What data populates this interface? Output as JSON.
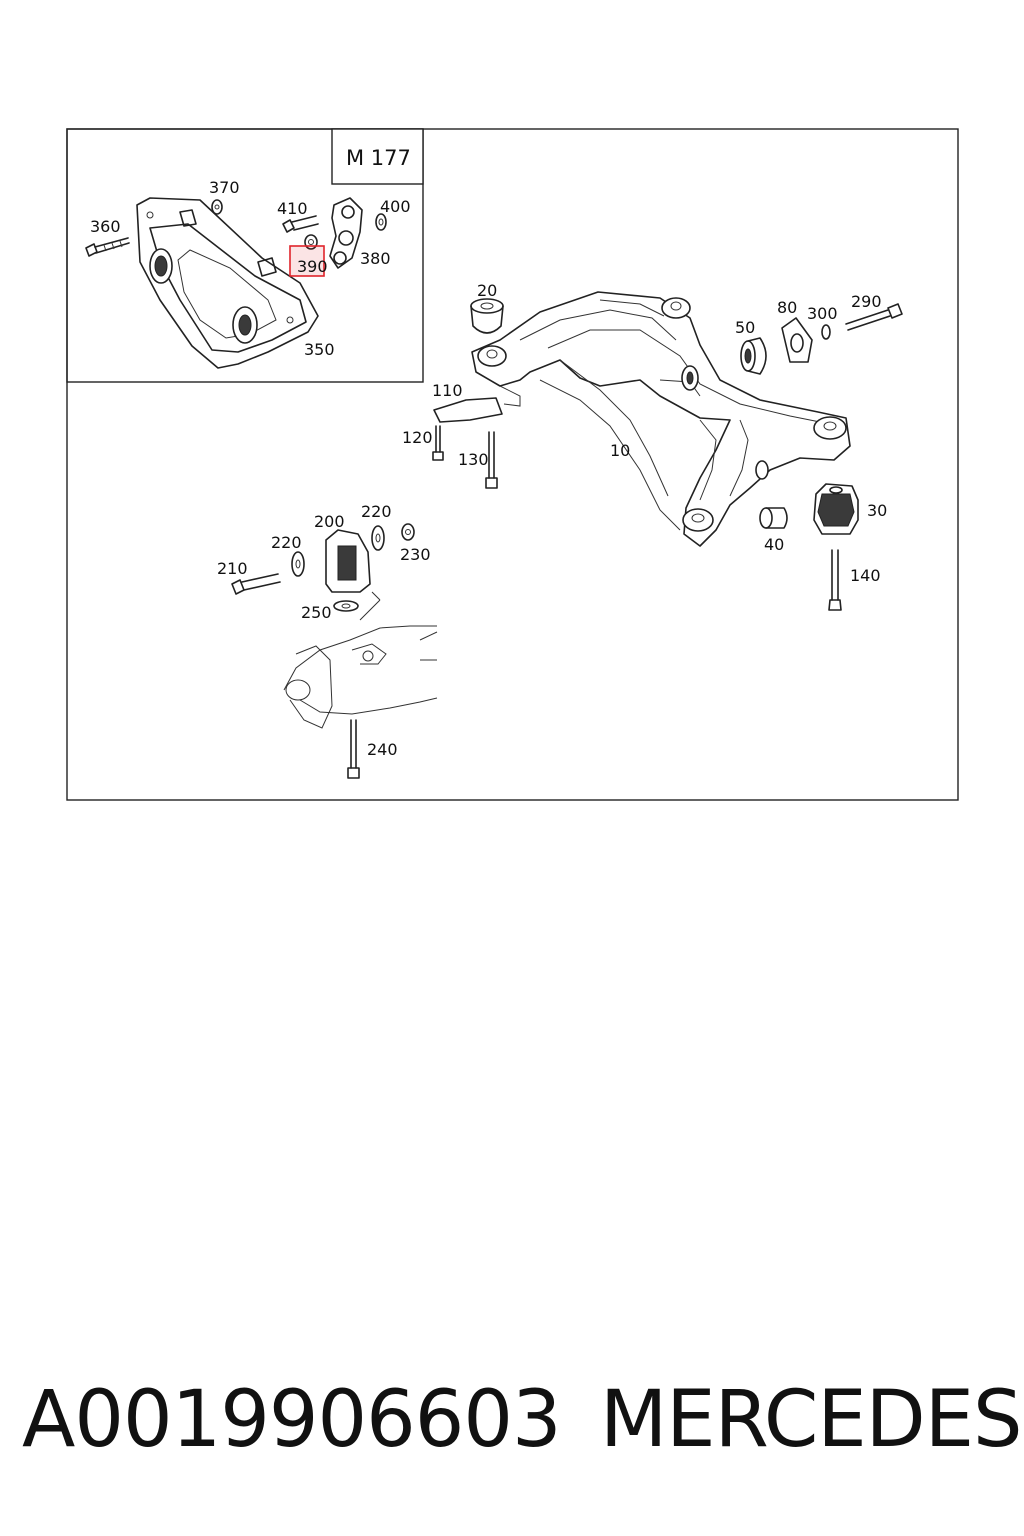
{
  "diagram": {
    "inset_label": "M 177",
    "highlighted_callout": "390",
    "highlight_color": "#e0242b",
    "callouts": {
      "c10": "10",
      "c20": "20",
      "c30": "30",
      "c40": "40",
      "c50": "50",
      "c80": "80",
      "c110": "110",
      "c120": "120",
      "c130": "130",
      "c140": "140",
      "c200": "200",
      "c210": "210",
      "c220a": "220",
      "c220b": "220",
      "c230": "230",
      "c240": "240",
      "c250": "250",
      "c290": "290",
      "c300": "300",
      "c350": "350",
      "c360": "360",
      "c370": "370",
      "c380": "380",
      "c390": "390",
      "c400": "400",
      "c410": "410"
    }
  },
  "caption": {
    "part_number": "A0019906603",
    "brand": "MERCEDES"
  }
}
